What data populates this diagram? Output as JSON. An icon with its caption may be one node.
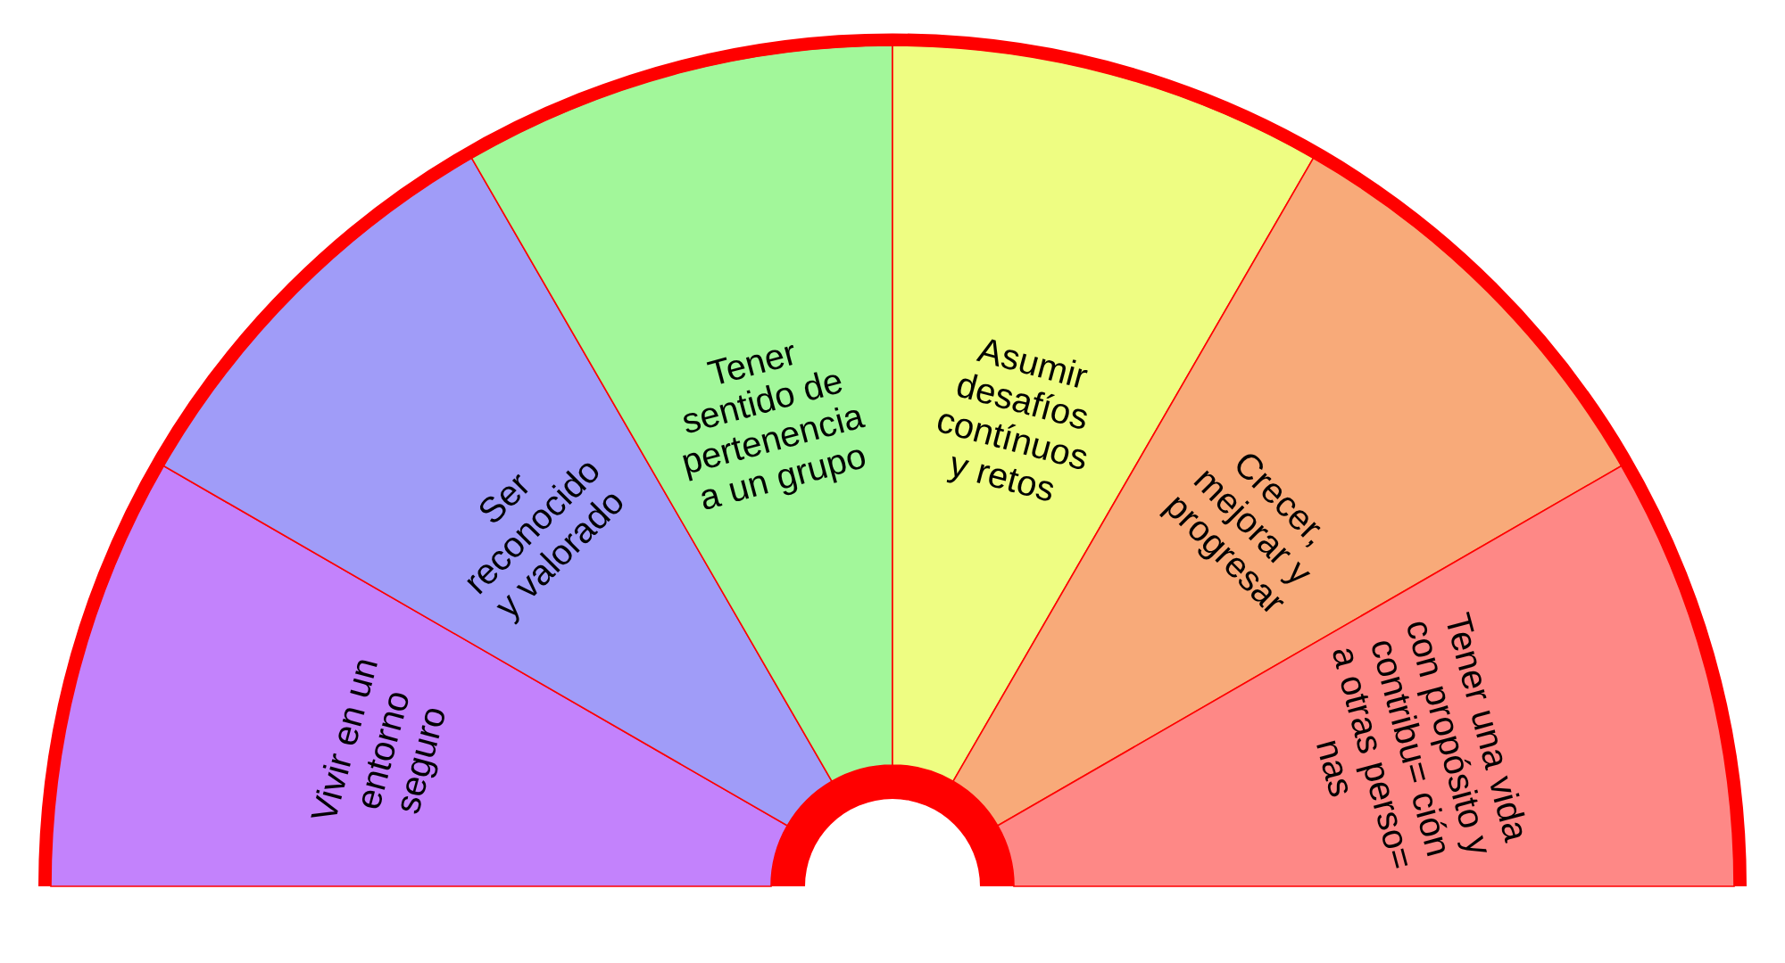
{
  "diagram": {
    "nodes": [
      {
        "text": [
          "Vivir en un entorno seguro"
        ]
      },
      {
        "text": [
          "Ser reconocido y valorado"
        ]
      },
      {
        "text": [
          "Tener sentido de pertenencia a un grupo"
        ]
      },
      {
        "text": [
          "Asumir desafíos contínuos y retos"
        ]
      },
      {
        "text": [
          "Crecer, mejorar y progresar"
        ]
      },
      {
        "text": [
          "Tener una vida con propósito y contribu= ción a otras perso= nas"
        ]
      }
    ]
  }
}
